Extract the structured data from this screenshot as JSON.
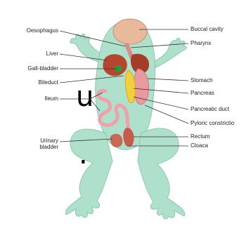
{
  "fragments": {
    "left_glyph": "u",
    "left_dot": "."
  },
  "labels": {
    "oesophagus": "Oesophagus",
    "liver": "Liver",
    "gall_bladder": "Gall-bladder",
    "bileduct": "Bileduct",
    "ileum": "Ileum",
    "urinary_bladder_1": "Urinary",
    "urinary_bladder_2": "bladder",
    "buccal_cavity": "Buccal cavity",
    "pharynx": "Pharynx",
    "stomach": "Stomach",
    "pancreas": "Pancreas",
    "pancreatic_duct": "Pancreatic duct",
    "pyloric_constriction": "Pyloric constrictio",
    "rectum": "Rectum",
    "cloaca": "Cloaca"
  },
  "colors": {
    "frog_body": "#aee0cc",
    "frog_outline": "#8cc9b3",
    "buccal": "#e8b99a",
    "liver": "#b5452f",
    "gall_bladder": "#3a8f3a",
    "stomach": "#e89aa0",
    "pancreas": "#f2cf3c",
    "intestine": "#f0a0a8",
    "rectum": "#c65c4c",
    "leader": "#333333"
  }
}
